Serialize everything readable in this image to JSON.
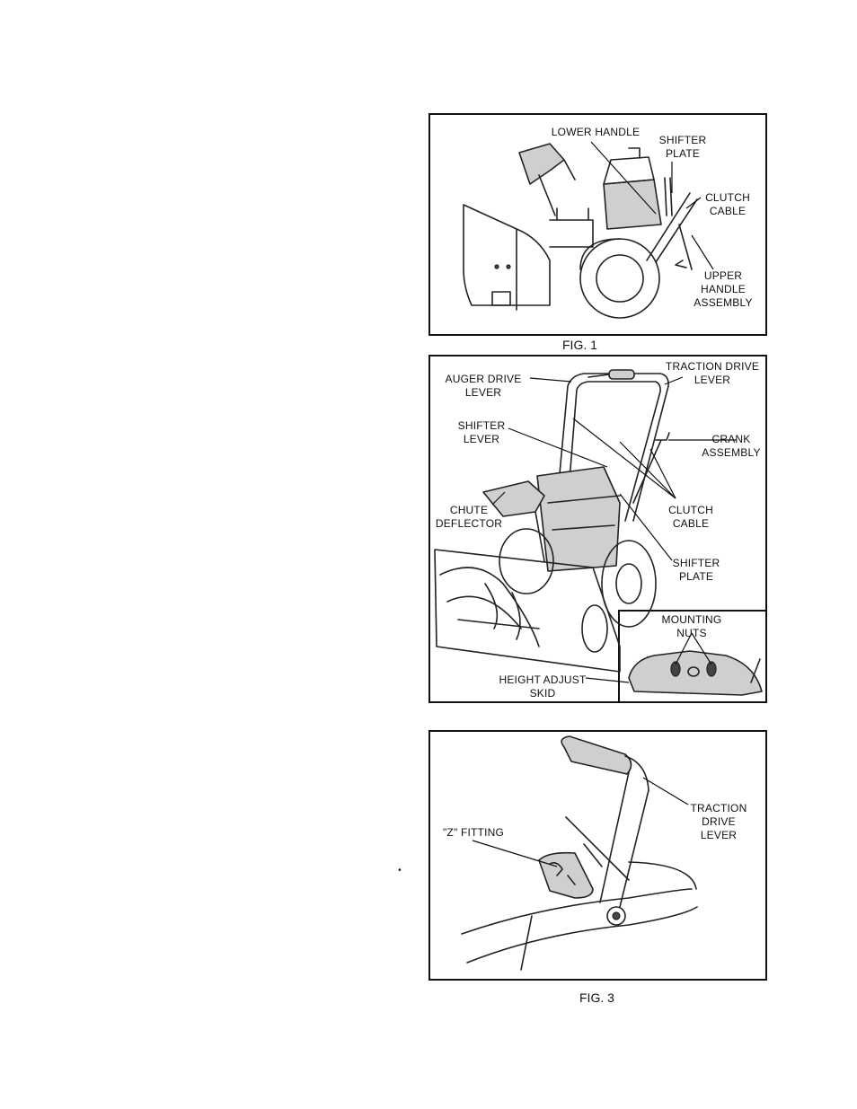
{
  "figures": [
    {
      "id": "fig1",
      "caption": "FIG. 1",
      "labels": {
        "lower_handle": "LOWER HANDLE",
        "shifter_plate": [
          "SHIFTER",
          "PLATE"
        ],
        "clutch_cable": [
          "CLUTCH",
          "CABLE"
        ],
        "upper_handle_assembly": [
          "UPPER",
          "HANDLE",
          "ASSEMBLY"
        ]
      }
    },
    {
      "id": "fig2",
      "caption": "",
      "labels": {
        "auger_drive_lever": [
          "AUGER DRIVE",
          "LEVER"
        ],
        "traction_drive_lever": [
          "TRACTION DRIVE",
          "LEVER"
        ],
        "shifter_lever": [
          "SHIFTER",
          "LEVER"
        ],
        "crank_assembly": [
          "CRANK",
          "ASSEMBLY"
        ],
        "chute_deflector": [
          "CHUTE",
          "DEFLECTOR"
        ],
        "clutch_cable": [
          "CLUTCH",
          "CABLE"
        ],
        "shifter_plate": [
          "SHIFTER",
          "PLATE"
        ],
        "mounting_nuts": [
          "MOUNTING",
          "NUTS"
        ],
        "height_adjust_skid": [
          "HEIGHT ADJUST",
          "SKID"
        ]
      }
    },
    {
      "id": "fig3",
      "caption": "FIG. 3",
      "labels": {
        "z_fitting": "\"Z\" FITTING",
        "traction_drive_lever": [
          "TRACTION",
          "DRIVE",
          "LEVER"
        ]
      }
    }
  ],
  "stray_mark": "•"
}
